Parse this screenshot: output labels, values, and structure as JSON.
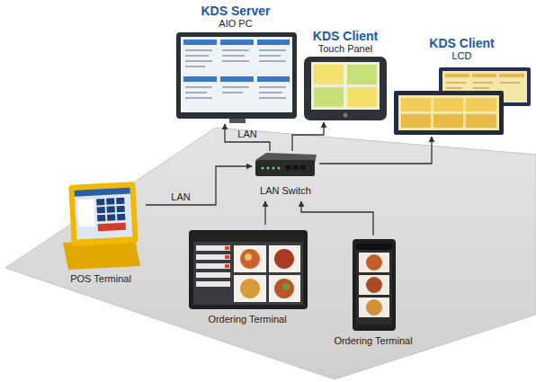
{
  "diagram": {
    "nodes": [
      {
        "text": [
          "KDS Server",
          "AIO PC"
        ]
      },
      {
        "text": [
          "KDS Client",
          "Touch Panel"
        ]
      },
      {
        "text": [
          "KDS Client",
          "LCD"
        ]
      },
      {
        "text": [
          "LAN Switch"
        ]
      },
      {
        "text": [
          "POS Terminal"
        ]
      },
      {
        "text": [
          "Ordering Terminal"
        ]
      },
      {
        "text": [
          "Ordering Terminal"
        ]
      }
    ],
    "edges": [
      {
        "from": 3,
        "to": 0,
        "arrow": "to",
        "label": "LAN"
      },
      {
        "from": 3,
        "to": 1,
        "arrow": "to"
      },
      {
        "from": 3,
        "to": 2,
        "arrow": "to"
      },
      {
        "from": 4,
        "to": 3,
        "arrow": "to",
        "label": "LAN"
      },
      {
        "from": 5,
        "to": 3,
        "arrow": "to"
      },
      {
        "from": 6,
        "to": 3,
        "arrow": "to"
      }
    ]
  }
}
